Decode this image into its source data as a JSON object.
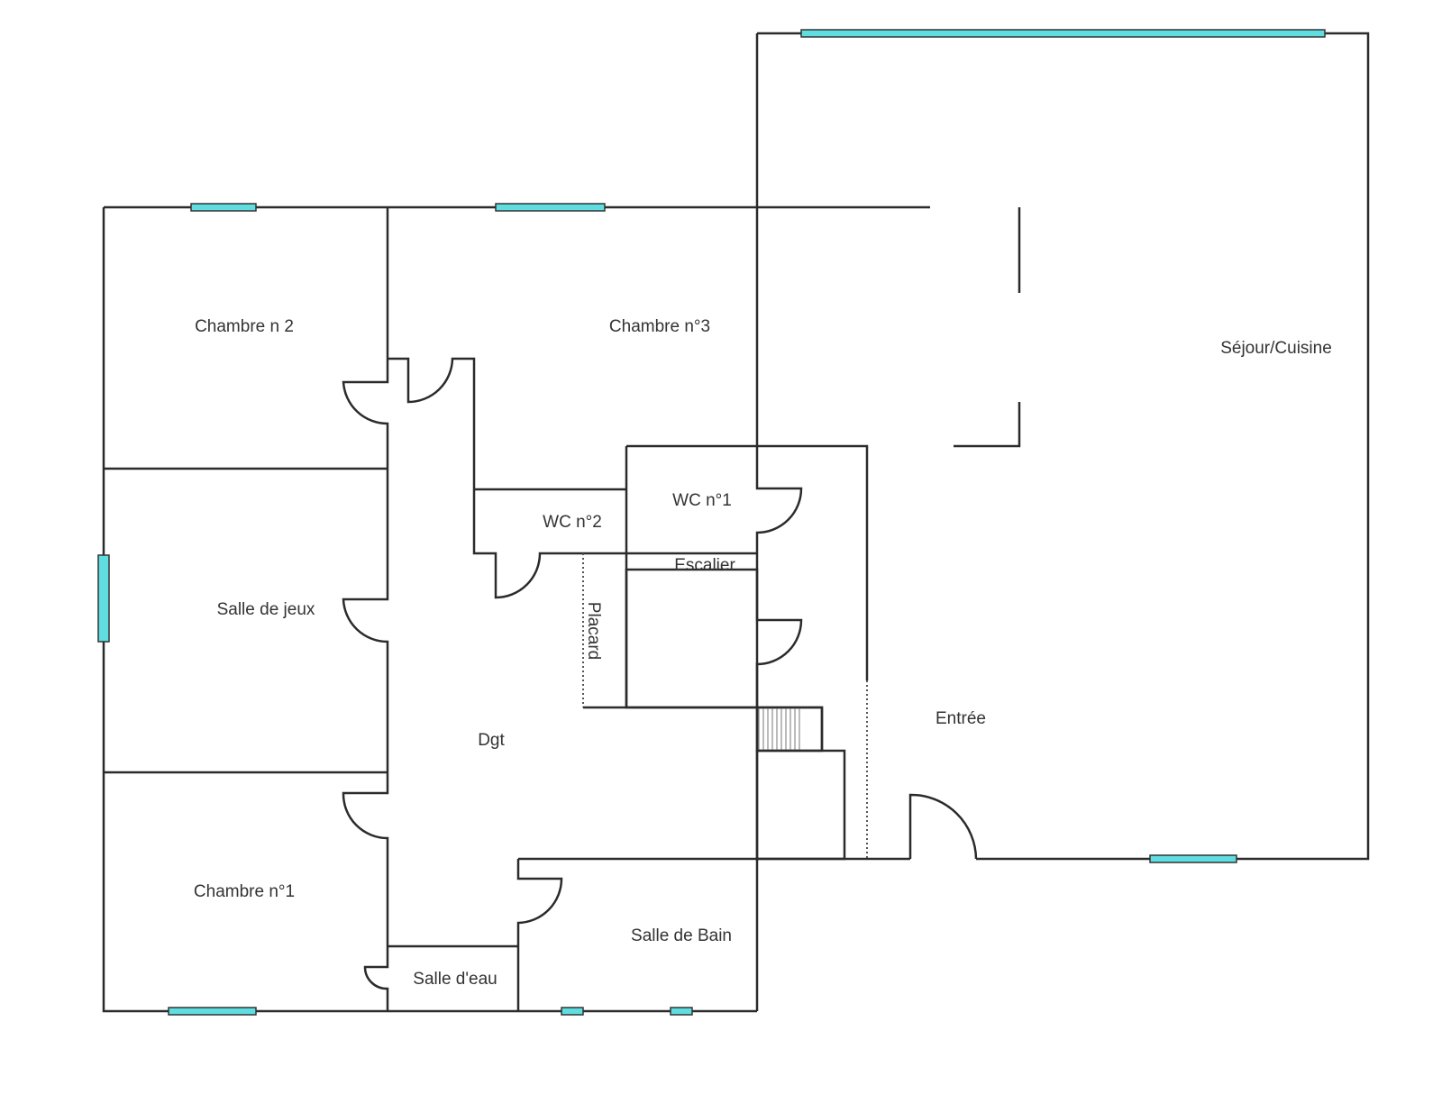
{
  "plan": {
    "rooms": {
      "chambre2": "Chambre n 2",
      "chambre3": "Chambre n°3",
      "sejour": "Séjour/Cuisine",
      "wc1": "WC n°1",
      "wc2": "WC n°2",
      "escalier": "Escalier",
      "placard": "Placard",
      "salle_jeux": "Salle de jeux",
      "dgt": "Dgt",
      "entree": "Entrée",
      "chambre1": "Chambre n°1",
      "salle_bain": "Salle de Bain",
      "salle_eau": "Salle d'eau"
    },
    "colors": {
      "wall": "#2b2b2b",
      "window": "#5fdde0"
    }
  }
}
